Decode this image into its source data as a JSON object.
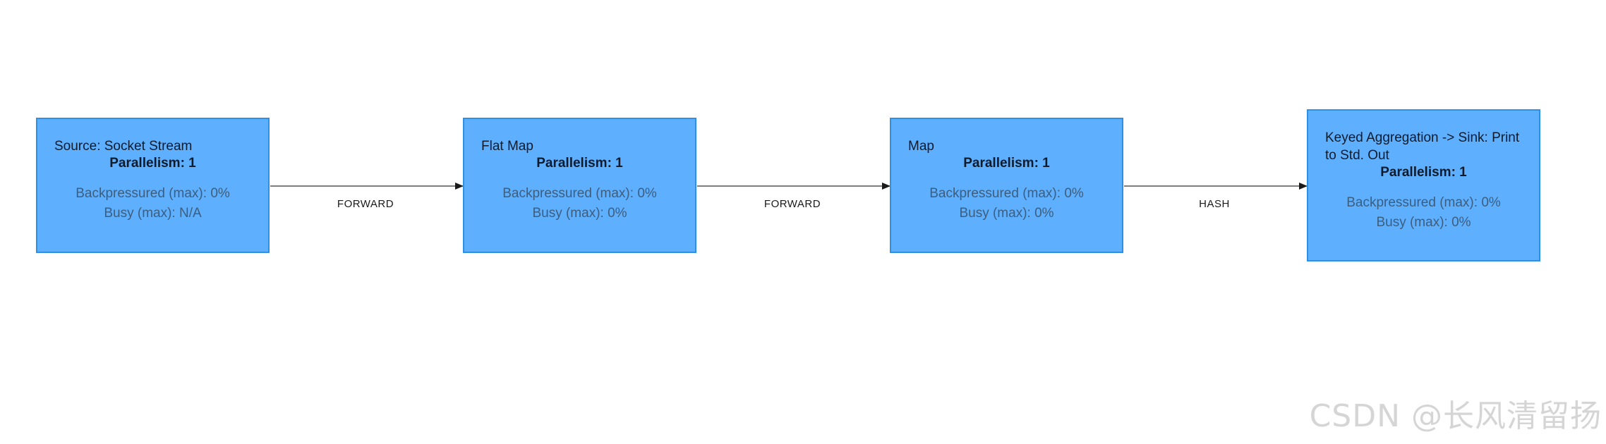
{
  "colors": {
    "node_fill": "#5eb0ff",
    "node_border": "#2e8fe6",
    "edge": "#333333",
    "watermark": "#b9b9b9"
  },
  "nodes": [
    {
      "title": "Source: Socket Stream",
      "parallelism": "Parallelism: 1",
      "backpressured": "Backpressured (max): 0%",
      "busy": "Busy (max): N/A"
    },
    {
      "title": "Flat Map",
      "parallelism": "Parallelism: 1",
      "backpressured": "Backpressured (max): 0%",
      "busy": "Busy (max): 0%"
    },
    {
      "title": "Map",
      "parallelism": "Parallelism: 1",
      "backpressured": "Backpressured (max): 0%",
      "busy": "Busy (max): 0%"
    },
    {
      "title": "Keyed Aggregation -> Sink: Print to Std. Out",
      "parallelism": "Parallelism: 1",
      "backpressured": "Backpressured (max): 0%",
      "busy": "Busy (max): 0%"
    }
  ],
  "edges": [
    {
      "label": "FORWARD"
    },
    {
      "label": "FORWARD"
    },
    {
      "label": "HASH"
    }
  ],
  "watermark": "CSDN @长风清留扬"
}
